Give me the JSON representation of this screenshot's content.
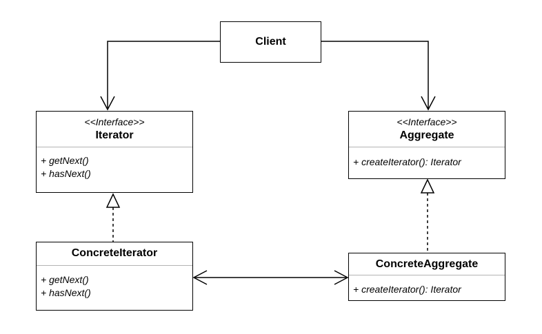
{
  "client": {
    "name": "Client"
  },
  "iterator": {
    "stereotype": "<<Interface>>",
    "name": "Iterator",
    "operations": [
      "+ getNext()",
      "+ hasNext()"
    ]
  },
  "aggregate": {
    "stereotype": "<<Interface>>",
    "name": "Aggregate",
    "operations": [
      "+ createIterator(): Iterator"
    ]
  },
  "concrete_iterator": {
    "name": "ConcreteIterator",
    "operations": [
      "+ getNext()",
      "+ hasNext()"
    ]
  },
  "concrete_aggregate": {
    "name": "ConcreteAggregate",
    "operations": [
      "+ createIterator(): Iterator"
    ]
  }
}
